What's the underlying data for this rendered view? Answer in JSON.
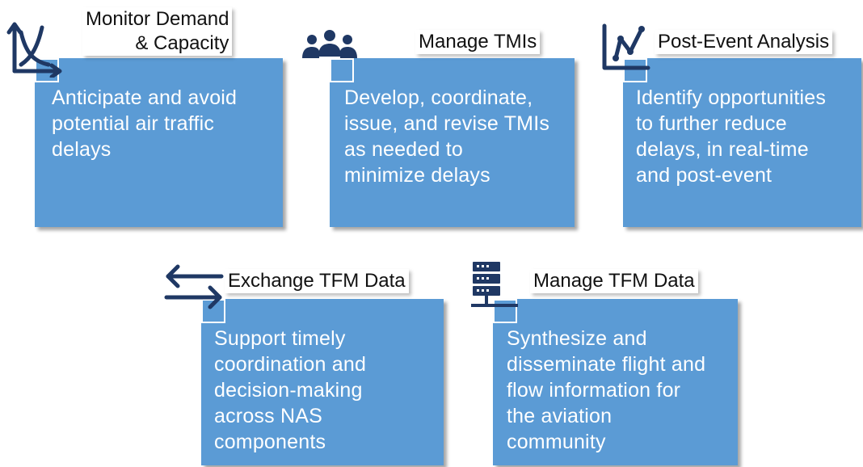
{
  "colors": {
    "box_fill": "#5b9bd5",
    "icon_navy": "#1f3864",
    "text_on_box": "#ffffff",
    "title_text": "#111111"
  },
  "cards": [
    {
      "id": "monitor",
      "title": "Monitor Demand\n& Capacity",
      "body": "Anticipate and avoid\npotential air traffic\ndelays",
      "icon": "chart-decline-icon"
    },
    {
      "id": "manage-tmis",
      "title": "Manage TMIs",
      "body": "Develop, coordinate,\nissue, and revise TMIs\nas needed to\nminimize delays",
      "icon": "people-group-icon"
    },
    {
      "id": "post-event",
      "title": "Post-Event Analysis",
      "body": "Identify opportunities\nto further reduce\ndelays, in real-time\nand post-event",
      "icon": "line-chart-icon"
    },
    {
      "id": "exchange",
      "title": "Exchange TFM Data",
      "body": "Support timely\ncoordination and\ndecision-making\nacross NAS\ncomponents",
      "icon": "exchange-arrows-icon"
    },
    {
      "id": "manage-data",
      "title": "Manage TFM Data",
      "body": "Synthesize and\ndisseminate flight and\nflow information for\nthe aviation\ncommunity",
      "icon": "server-icon"
    }
  ]
}
